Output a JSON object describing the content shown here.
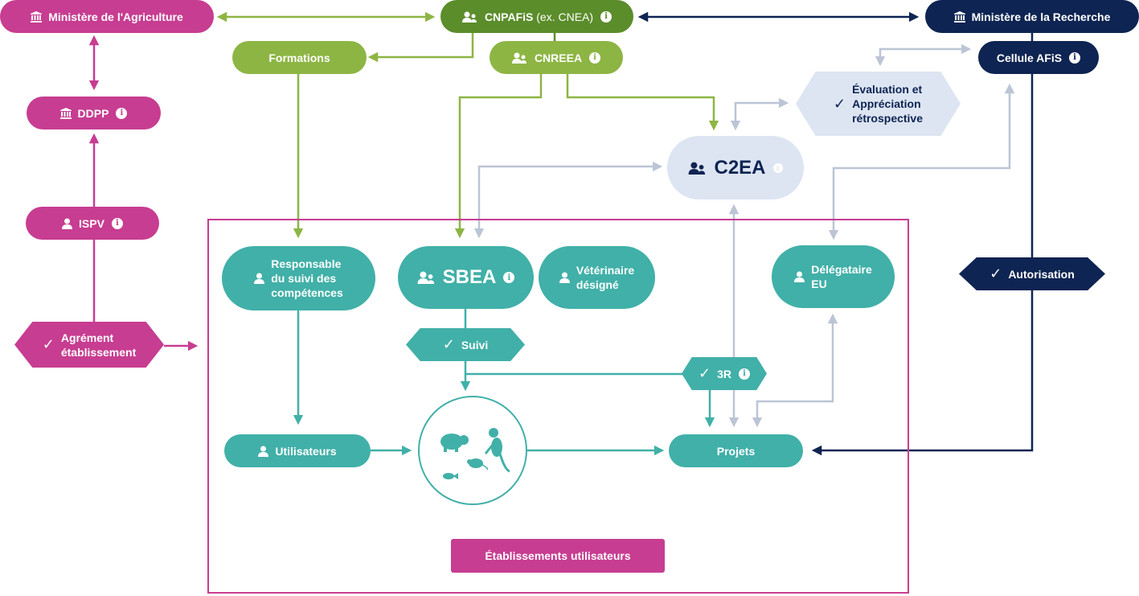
{
  "colors": {
    "pink": "#c73d91",
    "dark_green": "#5b8d2b",
    "light_green": "#8db544",
    "navy": "#0e2452",
    "teal": "#41b0a8",
    "pale_blue": "#dde5f2",
    "grey_connector": "#bcc5d6"
  },
  "nodes": {
    "ministere_agriculture": {
      "label": "Ministère de l'Agriculture",
      "icon": "institution-icon"
    },
    "ddpp": {
      "label": "DDPP",
      "icon": "institution-icon",
      "info": "i"
    },
    "ispv": {
      "label": "ISPV",
      "icon": "person-icon",
      "info": "i"
    },
    "agrement": {
      "label_line1": "Agrément",
      "label_line2": "établissement",
      "icon": "check-icon"
    },
    "cnpafis": {
      "label_bold": "CNPAFiS",
      "label_normal": " (ex. CNEA)",
      "icon": "group-icon",
      "info": "i"
    },
    "cnreea": {
      "label": "CNREEA",
      "icon": "group-icon",
      "info": "i"
    },
    "formations": {
      "label": "Formations"
    },
    "ministere_recherche": {
      "label": "Ministère de la Recherche",
      "icon": "institution-icon"
    },
    "cellule_afis": {
      "label": "Cellule AFiS",
      "info": "i"
    },
    "evaluation": {
      "label_line1": "Évaluation et",
      "label_line2": "Appréciation",
      "label_line3": "rétrospective",
      "icon": "check-icon"
    },
    "c2ea": {
      "label": "C2EA",
      "icon": "group-icon",
      "info": "i"
    },
    "responsable": {
      "label_line1": "Responsable",
      "label_line2": "du suivi des",
      "label_line3": "compétences",
      "icon": "person-icon"
    },
    "sbea": {
      "label": "SBEA",
      "icon": "group-icon",
      "info": "i"
    },
    "veterinaire": {
      "label_line1": "Vétérinaire",
      "label_line2": "désigné",
      "icon": "person-icon"
    },
    "delegataire": {
      "label_line1": "Délégataire",
      "label_line2": "EU",
      "icon": "person-icon"
    },
    "autorisation": {
      "label": "Autorisation",
      "icon": "check-icon"
    },
    "suivi": {
      "label": "Suivi",
      "icon": "check-icon"
    },
    "three_r": {
      "label": "3R",
      "icon": "check-icon",
      "info": "i"
    },
    "utilisateurs": {
      "label": "Utilisateurs",
      "icon": "person-icon"
    },
    "animals": {
      "icons": [
        "pig-icon",
        "monkey-icon",
        "mouse-icon",
        "fish-icon"
      ]
    },
    "projets": {
      "label": "Projets"
    },
    "etablissements": {
      "label": "Établissements utilisateurs"
    }
  },
  "glyphs": {
    "check": "✓",
    "info": "i"
  }
}
